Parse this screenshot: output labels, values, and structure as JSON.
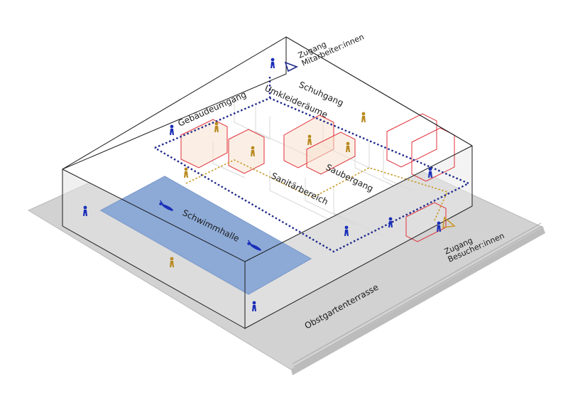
{
  "colors": {
    "background": "#ffffff",
    "ground": "#cfcfcf",
    "pool": "#7f9fd0",
    "staff_path": "#1f2a8a",
    "visitor_path": "#c89a2a",
    "changing_rooms": "#e0303a",
    "staff_figure": "#1a2fb8",
    "visitor_figure": "#b98a20",
    "outline": "#1a1a1a"
  },
  "labels": {
    "gebaeudeumgang": "Gebäudeumgang",
    "umkleideraeume": "Umkleideräume",
    "schuhgang": "Schuhgang",
    "saubergang": "Saubergang",
    "sanitaerbereich": "Sanitärbereich",
    "schwimmhalle": "Schwimmhalle",
    "obstgartenterrasse": "Obstgartenterrasse"
  },
  "staff_entrance": {
    "line1": "Zugang",
    "line2": "Mitarbeiter:innen",
    "icon": "triangle-outline-icon"
  },
  "visitor_entrance": {
    "line1": "Zugang",
    "line2": "Besucher:innen",
    "icon": "triangle-outline-icon"
  },
  "figure_icon": "walking-person-icon",
  "swimmer_icon": "swimmer-icon"
}
